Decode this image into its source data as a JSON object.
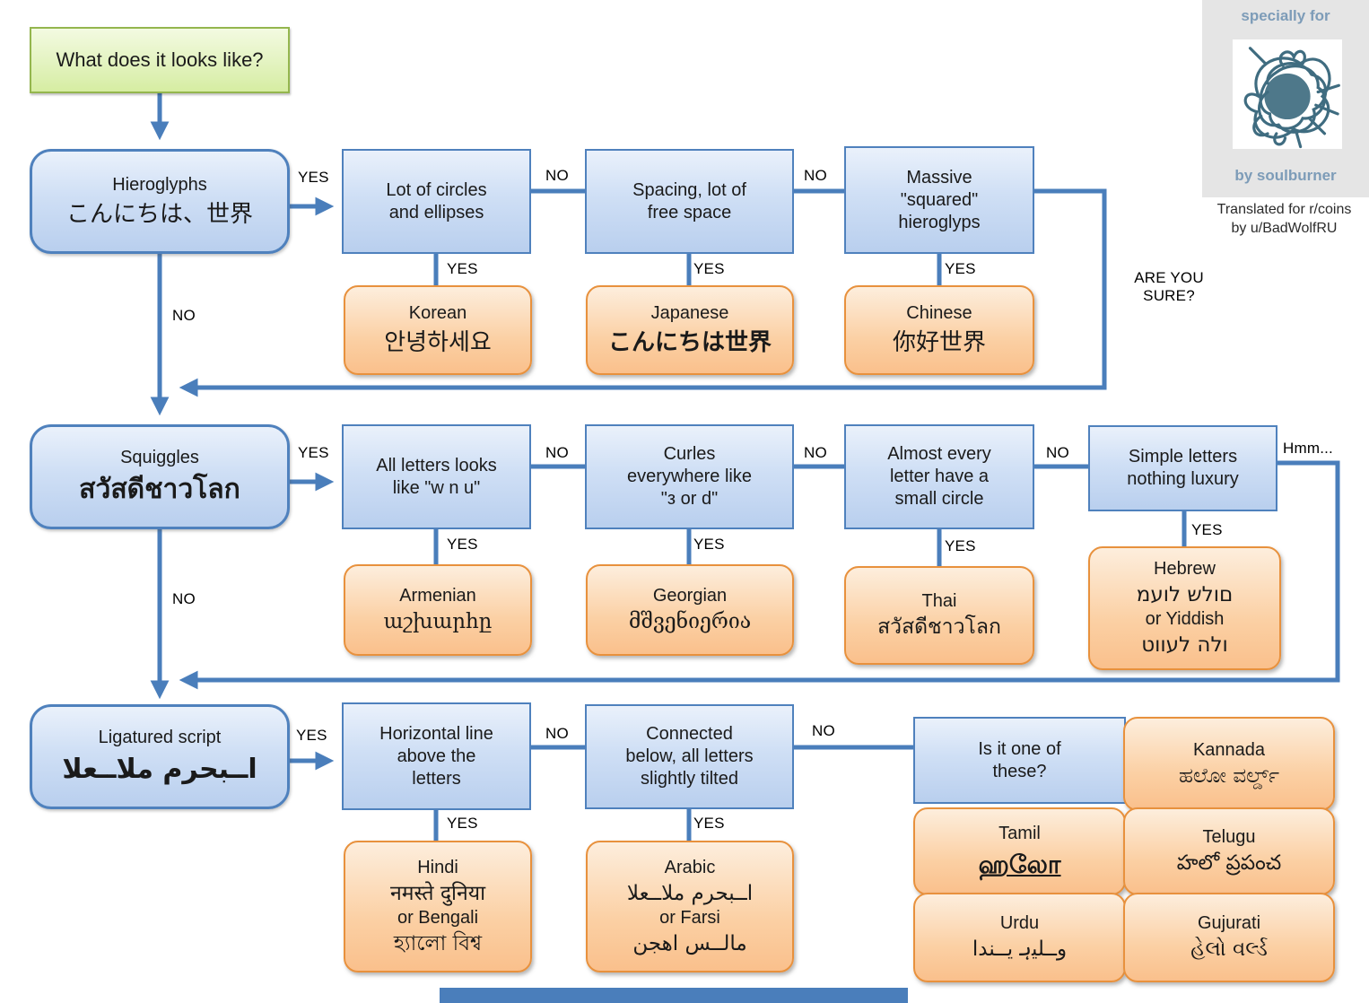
{
  "labels": {
    "yes": "YES",
    "no": "NO",
    "hmm": "Hmm...",
    "are_you_sure": "ARE YOU SURE?"
  },
  "start": {
    "question": "What does it looks like?"
  },
  "decisions": {
    "hieroglyphs": {
      "title": "Hieroglyphs",
      "sample": "こんにちは、世界"
    },
    "circles": {
      "lines": [
        "Lot of circles",
        "and ellipses"
      ]
    },
    "spacing": {
      "lines": [
        "Spacing, lot of",
        "free space"
      ]
    },
    "squared": {
      "lines": [
        "Massive",
        "\"squared\"",
        "hieroglyps"
      ]
    },
    "squiggles": {
      "title": "Squiggles",
      "sample": "สวัสดีชาวโลก"
    },
    "wnu": {
      "lines": [
        "All letters looks",
        "like \"w n u\""
      ]
    },
    "curles": {
      "lines": [
        "Curles",
        "everywhere like",
        "\"з or d\""
      ]
    },
    "small_circle": {
      "lines": [
        "Almost every",
        "letter have a",
        "small circle"
      ]
    },
    "simple": {
      "lines": [
        "Simple letters",
        "nothing luxury"
      ]
    },
    "ligatured": {
      "title": "Ligatured script",
      "sample": "العــالم مرحبــا"
    },
    "horizontal": {
      "lines": [
        "Horizontal line",
        "above the",
        "letters"
      ]
    },
    "connected": {
      "lines": [
        "Connected",
        "below, all letters",
        "slightly tilted"
      ]
    },
    "one_of_these": {
      "lines": [
        "Is it one of",
        "these?"
      ]
    }
  },
  "results": {
    "korean": {
      "name": "Korean",
      "sample": "안녕하세요"
    },
    "japanese": {
      "name": "Japanese",
      "sample": "こんにちは世界"
    },
    "chinese": {
      "name": "Chinese",
      "sample": "你好世界"
    },
    "armenian": {
      "name": "Armenian",
      "sample": "աշխարհը"
    },
    "georgian": {
      "name": "Georgian",
      "sample": "მშვენიერია"
    },
    "thai": {
      "name": "Thai",
      "sample": "สวัสดีชาวโลก"
    },
    "hebrew": {
      "name": "Hebrew",
      "sample": "מעול שלום",
      "alt_name": "or Yiddish",
      "alt_sample": "טוועל הלו"
    },
    "hindi": {
      "name": "Hindi",
      "sample": "नमस्ते दुनिया",
      "alt_name": "or Bengali",
      "alt_sample": "হ্যালো বিশ্ব"
    },
    "arabic": {
      "name": "Arabic",
      "sample": "العــالم مرحبــا",
      "alt_name": "or Farsi",
      "alt_sample": "نجها ســلام"
    },
    "kannada": {
      "name": "Kannada",
      "sample": "ಹಲೋ ವರ್ಲ್ಡ್"
    },
    "tamil": {
      "name": "Tamil",
      "sample": "ஹலோ"
    },
    "telugu": {
      "name": "Telugu",
      "sample": "హలో ప్రపంచ"
    },
    "urdu": {
      "name": "Urdu",
      "sample": "ادنــی ہیلــو"
    },
    "gujurati": {
      "name": "Gujurati",
      "sample": "હેલો વર્લ્ડ"
    }
  },
  "attribution": {
    "specially_for": "specially for",
    "by": "by soulburner",
    "translated_line1": "Translated for r/coins",
    "translated_line2": "by u/BadWolfRU",
    "scribble_icon": "scribble-icon"
  },
  "colors": {
    "blue_box_border": "#4f81bd",
    "blue_box_fill": "#c7d9f1",
    "orange_box_border": "#e8913d",
    "orange_box_fill": "#fbc894",
    "green_box_border": "#94b64e",
    "green_box_fill": "#dcefaf",
    "connector": "#4a7ebb",
    "attribution_accent": "#7d9cb8",
    "scribble": "#3f6c80"
  }
}
